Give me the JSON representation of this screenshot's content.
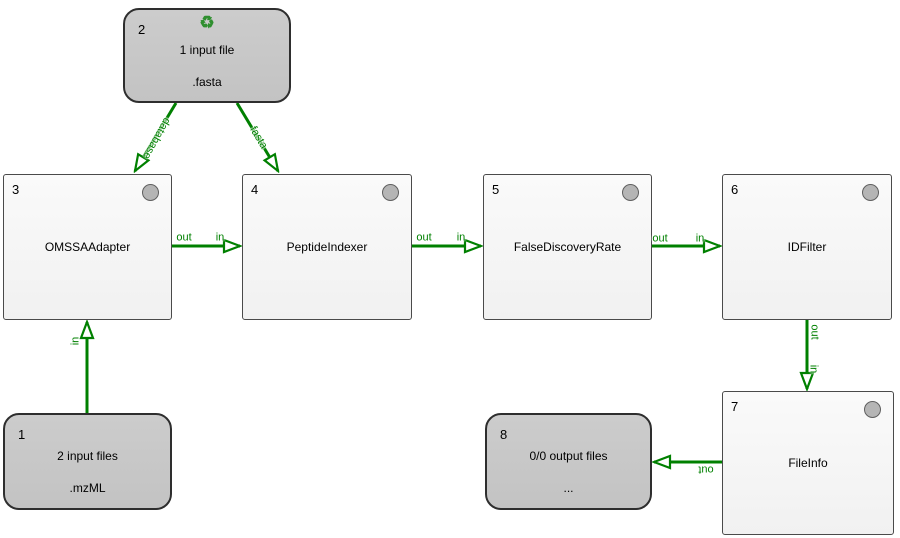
{
  "nodes": {
    "n1": {
      "number": "1",
      "title": "2 input files",
      "subtitle": ".mzML"
    },
    "n2": {
      "number": "2",
      "title": "1 input file",
      "subtitle": ".fasta",
      "recycle_icon": "♻"
    },
    "n3": {
      "number": "3",
      "title": "OMSSAAdapter"
    },
    "n4": {
      "number": "4",
      "title": "PeptideIndexer"
    },
    "n5": {
      "number": "5",
      "title": "FalseDiscoveryRate"
    },
    "n6": {
      "number": "6",
      "title": "IDFilter"
    },
    "n7": {
      "number": "7",
      "title": "FileInfo"
    },
    "n8": {
      "number": "8",
      "title": "0/0 output files",
      "subtitle": "..."
    }
  },
  "edges": {
    "e2_3": {
      "target_label": "database"
    },
    "e2_4": {
      "target_label": "fasta"
    },
    "e3_4": {
      "source_label": "out",
      "target_label": "in"
    },
    "e4_5": {
      "source_label": "out",
      "target_label": "in"
    },
    "e5_6": {
      "source_label": "out",
      "target_label": "in"
    },
    "e6_7": {
      "source_label": "out",
      "target_label": "in"
    },
    "e7_8": {
      "source_label": "out"
    },
    "e1_3": {
      "target_label": "in"
    }
  },
  "colors": {
    "edge": "#008000",
    "edge_label": "#008000",
    "tool_node_fill": "#f7f7f7",
    "io_node_fill": "#c8c8c8",
    "status_light": "#b5b5b5",
    "recycle_icon": "#2f8f2f"
  }
}
